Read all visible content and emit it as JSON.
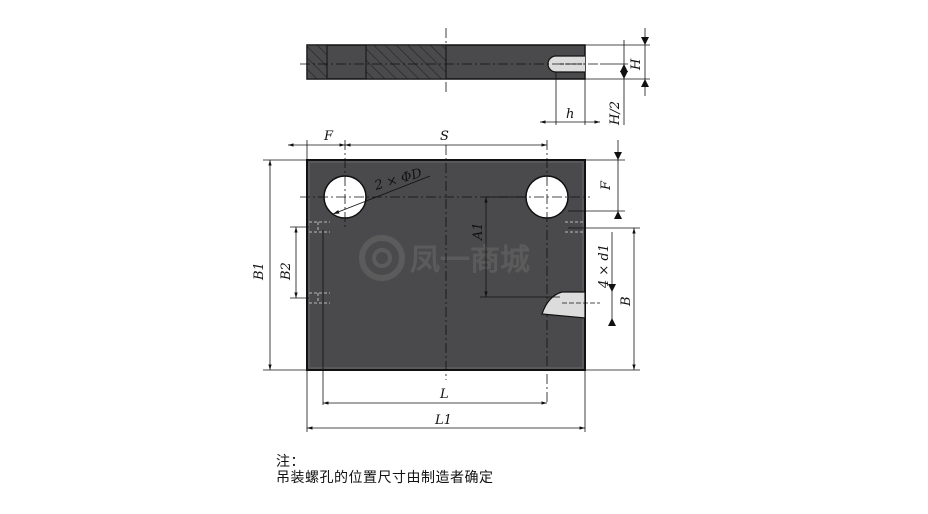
{
  "labels": {
    "F": "F",
    "S": "S",
    "hole": "2 × ΦD",
    "F_right": "F",
    "A1": "A1",
    "d1": "4 × d1",
    "B": "B",
    "B1": "B1",
    "B2": "B2",
    "L": "L",
    "L1": "L1",
    "H": "H",
    "H_half": "H/2",
    "h": "h"
  },
  "watermark": "凤一商城",
  "note": {
    "title": "注：",
    "text": "吊装螺孔的位置尺寸由制造者确定"
  },
  "colors": {
    "plate": "#4a4a4c",
    "line": "#111111",
    "hole": "#ffffff"
  }
}
